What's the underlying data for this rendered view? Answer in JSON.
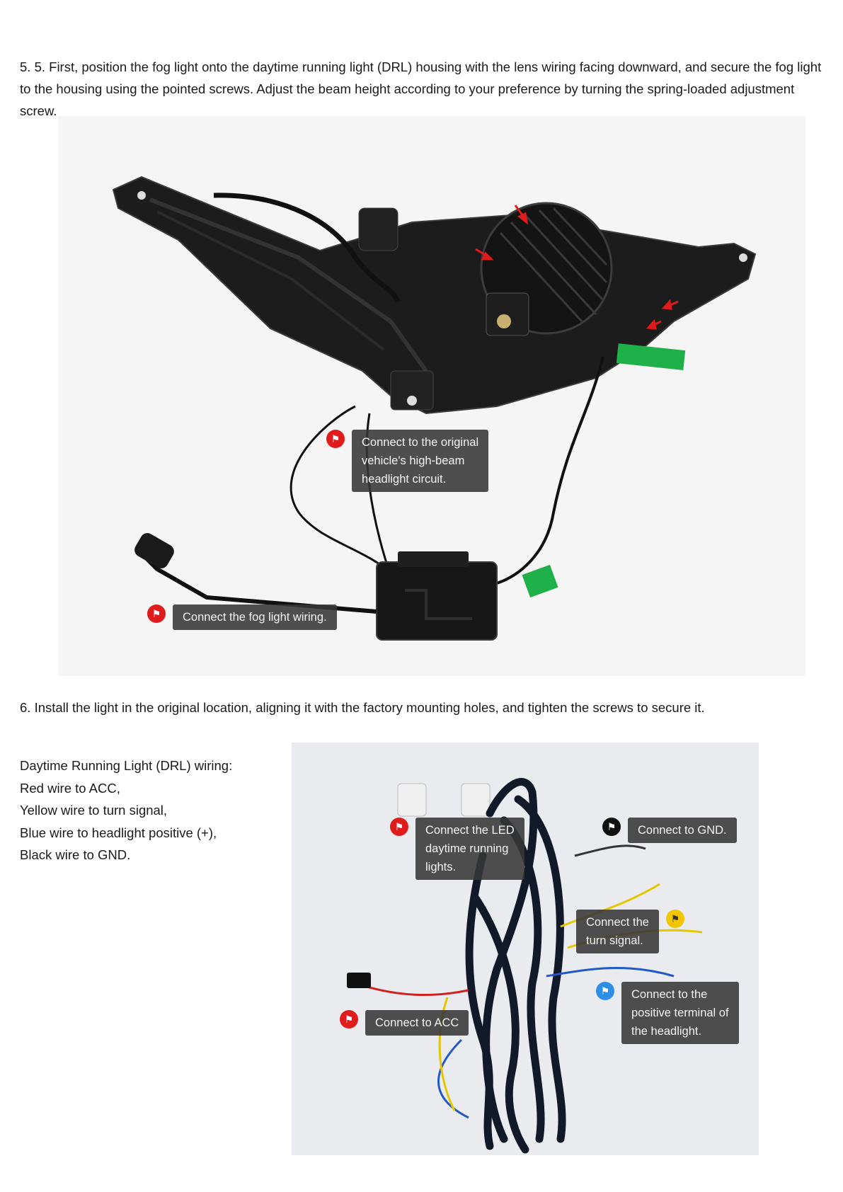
{
  "step5": {
    "text": "5.   5. First, position the fog light onto the daytime running light (DRL) housing with the lens wiring facing downward, and secure the fog light to the housing using the pointed screws. Adjust the beam height according to your preference by turning the spring-loaded adjustment screw."
  },
  "photo1": {
    "callouts": [
      {
        "color": "red",
        "text": "Connect to the original\nvehicle's high-beam\nheadlight circuit."
      },
      {
        "color": "red",
        "text": "Connect the fog light wiring."
      }
    ]
  },
  "step6": {
    "text": "6. Install the light in the original location, aligning it with the factory mounting holes, and tighten the screws to secure it."
  },
  "drl_notes": {
    "title": "Daytime Running Light (DRL) wiring:",
    "lines": [
      "Red wire to ACC,",
      "Yellow wire to turn signal,",
      "Blue wire to headlight positive (+),",
      "Black wire to GND."
    ]
  },
  "photo2": {
    "callouts": [
      {
        "color": "red",
        "text": "Connect the LED\ndaytime running\nlights."
      },
      {
        "color": "black",
        "text": "Connect to GND."
      },
      {
        "color": "yellow",
        "text": "Connect the\nturn signal."
      },
      {
        "color": "blue",
        "text": "Connect to the\npositive terminal of\nthe headlight."
      },
      {
        "color": "red",
        "text": "Connect to ACC"
      }
    ]
  },
  "icons": {
    "callout_pin": "flag-icon"
  }
}
